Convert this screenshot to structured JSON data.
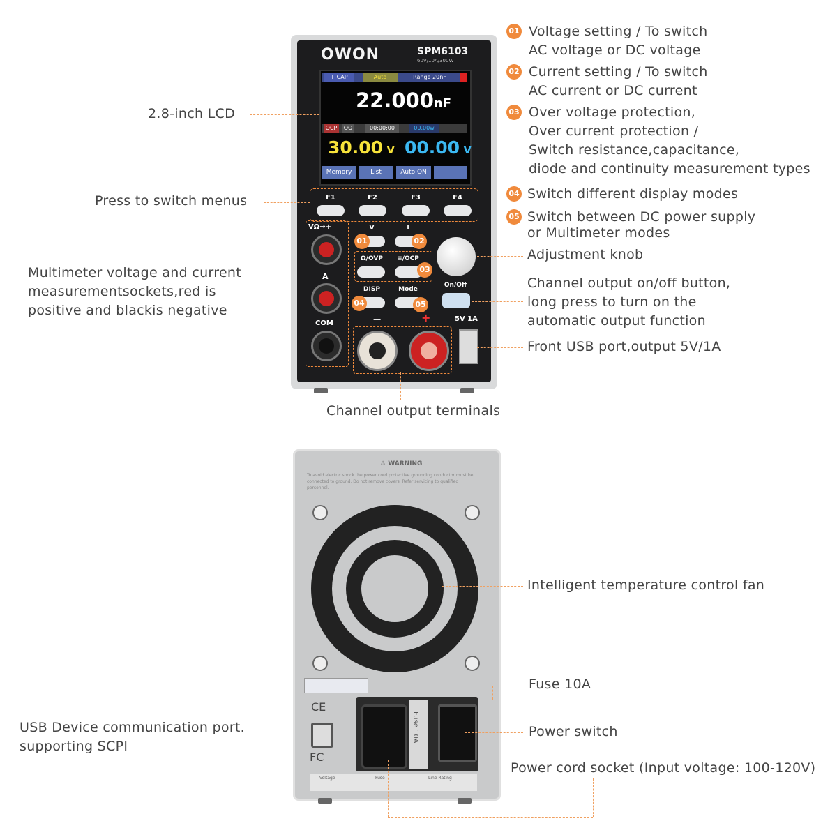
{
  "front_device": {
    "brand": "OWON",
    "model": "SPM6103",
    "spec": "60V/10A/300W",
    "lcd": {
      "status_chips": [
        "+ CAP",
        "Auto",
        "Range 20nF"
      ],
      "main_value": "22.000",
      "main_unit": "nF",
      "mid_chips": [
        "OCP",
        "OO",
        "00:00:00",
        "00.00w"
      ],
      "voltage_value": "30.00",
      "voltage_unit": "V",
      "current_value": "00.00",
      "current_unit": "V",
      "menu_items": [
        "Memory",
        "List",
        "Auto ON"
      ]
    },
    "fkeys": [
      "F1",
      "F2",
      "F3",
      "F4"
    ],
    "buttons": {
      "v": "V",
      "i": "I",
      "ovp": "Ω/OVP",
      "ocp": "≡/OCP",
      "disp": "DISP",
      "mode": "Mode",
      "onoff": "On/Off"
    },
    "socket_labels": [
      "VΩ→+",
      "A",
      "COM"
    ],
    "terminal_labels": [
      "−",
      "+"
    ],
    "usb_label": "5V 1A"
  },
  "back_device": {
    "warning_title": "⚠ WARNING",
    "warning_text": "To avoid electric shock the power cord protective grounding conductor must be connected to ground. Do not remove covers. Refer servicing to qualified personnel.",
    "fuse_text": "Fuse 10A",
    "ratings": [
      "Voltage",
      "Fuse",
      "Line Rating"
    ]
  },
  "callouts": {
    "left": {
      "lcd": "2.8-inch LCD",
      "menus": "Press to switch menus",
      "sockets": [
        "Multimeter voltage and current",
        "measurementsockets,red is",
        "positive and blackis negative"
      ],
      "terminals": "Channel output terminals",
      "usb_device": [
        "USB Device communication port.",
        "supporting SCPI"
      ]
    },
    "right": {
      "n1": "01",
      "voltage": [
        "Voltage setting / To switch",
        "AC voltage or DC voltage"
      ],
      "n2": "02",
      "current": [
        "Current setting / To switch",
        "AC current or DC current"
      ],
      "n3": "03",
      "protection": [
        "Over voltage protection,",
        "Over current protection /",
        "Switch resistance,capacitance,",
        "diode and continuity measurement types"
      ],
      "n4": "04",
      "display": "Switch different display modes",
      "n5": "05",
      "mode": [
        "Switch between DC power supply",
        "or Multimeter modes"
      ],
      "knob": "Adjustment knob",
      "onoff": [
        "Channel output on/off button,",
        "long press to turn on the",
        "automatic output function"
      ],
      "usb": "Front USB port,output 5V/1A",
      "fan": "Intelligent temperature control fan",
      "fuse": "Fuse 10A",
      "power_switch": "Power switch",
      "power_cord": "Power cord socket (Input voltage: 100-120V)"
    }
  },
  "colors": {
    "accent": "#f08a3c",
    "voltage": "#f7e23a",
    "current": "#3bb8f2"
  }
}
